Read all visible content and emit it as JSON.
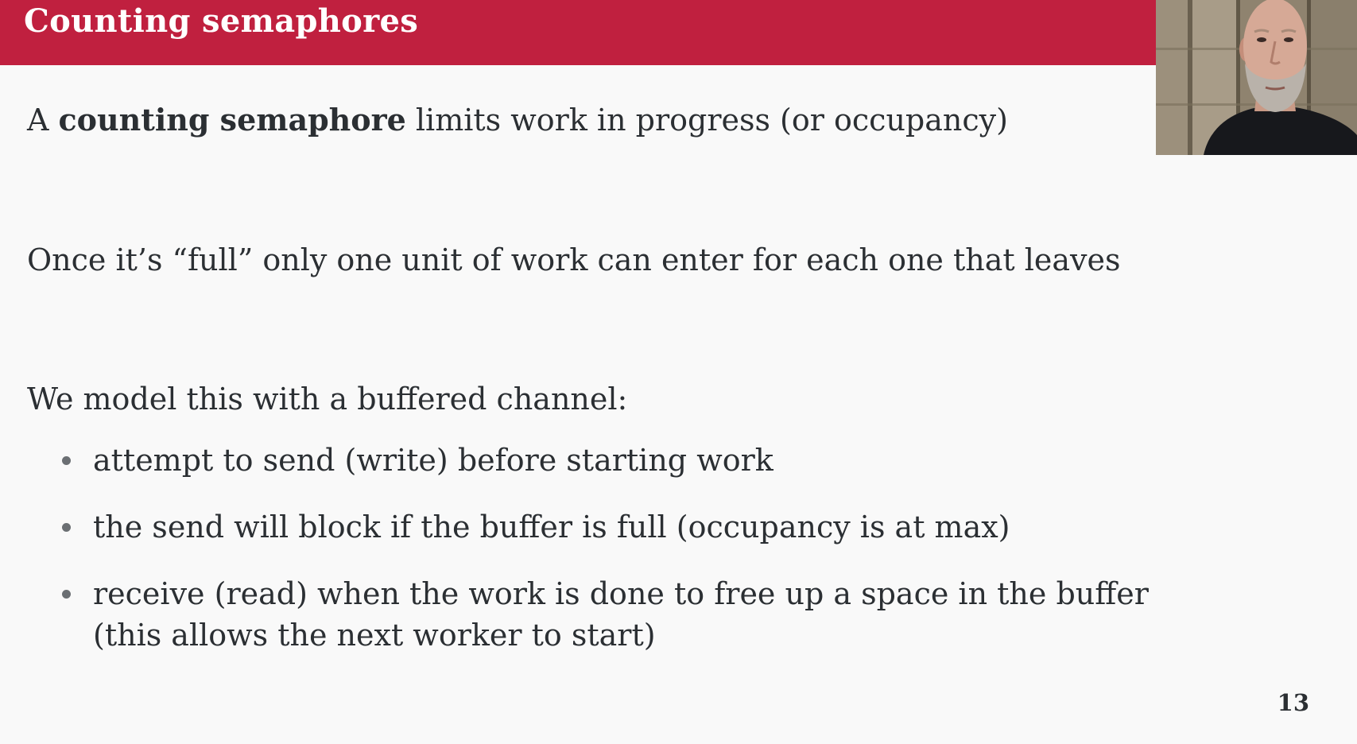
{
  "slide": {
    "title": "Counting semaphores",
    "line1": {
      "prefix": "A ",
      "emphasis": "counting semaphore",
      "suffix": " limits work in progress (or occupancy)"
    },
    "line2": "Once it’s “full” only one unit of work can enter for each one that leaves",
    "line3": "We model this with a buffered channel:",
    "bullets": [
      "attempt to send (write) before starting work",
      "the send will block if the buffer is full (occupancy is at max)",
      [
        "receive (read) when the work is done to free up a space in the buffer",
        "(this allows the next worker to start)"
      ]
    ],
    "page_number": "13"
  },
  "colors": {
    "title_bar": "#c0203f",
    "title_text": "#ffffff",
    "body_text": "#2b2f33",
    "background": "#f9f9f9"
  },
  "icons": {
    "webcam": "presenter-video-feed"
  }
}
